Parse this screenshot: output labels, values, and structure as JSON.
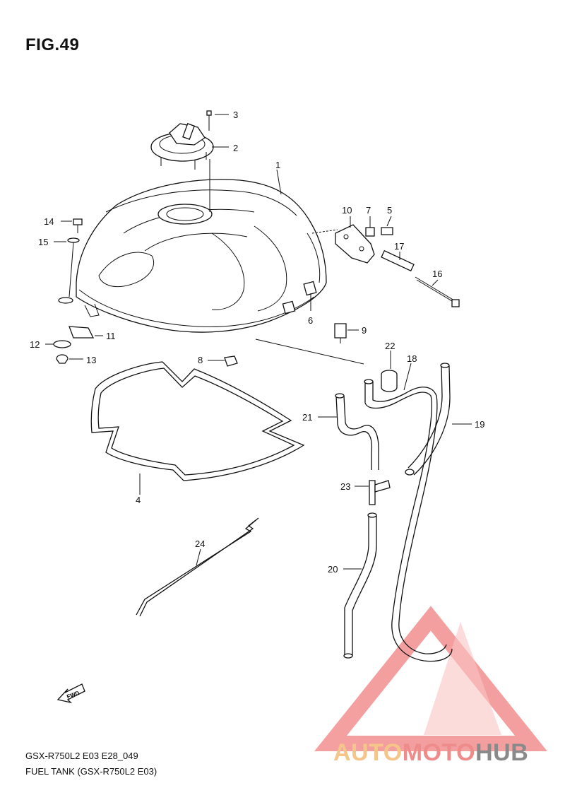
{
  "figure": {
    "title": "FIG.49",
    "model_code": "GSX-R750L2 E03 E28_049",
    "caption": "FUEL TANK (GSX-R750L2 E03)"
  },
  "callouts": [
    "1",
    "2",
    "3",
    "4",
    "5",
    "6",
    "7",
    "8",
    "9",
    "10",
    "11",
    "12",
    "13",
    "14",
    "15",
    "16",
    "17",
    "18",
    "19",
    "20",
    "21",
    "22",
    "23",
    "24"
  ],
  "fwd_label": "FWD",
  "watermark": {
    "part1": "AUTO",
    "part2": "MOTO",
    "part3": "HUB",
    "colors": {
      "auto": "#f5c58a",
      "moto": "#ee8b8b",
      "hub": "#8a8a8a",
      "triangle": "#f08080"
    }
  }
}
